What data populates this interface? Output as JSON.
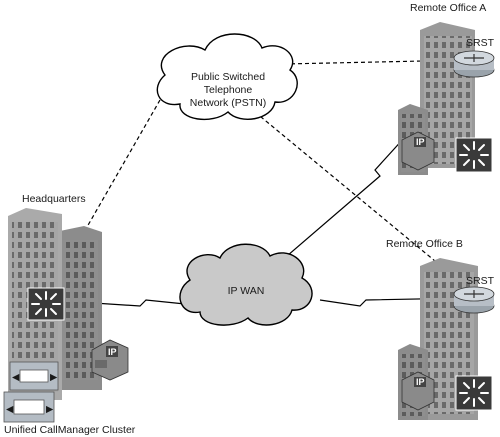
{
  "labels": {
    "remote_a": "Remote Office A",
    "remote_b": "Remote Office B",
    "headquarters": "Headquarters",
    "cluster": "Unified CallManager Cluster",
    "srst_a": "SRST",
    "srst_b": "SRST",
    "pstn_line1": "Public Switched",
    "pstn_line2": "Telephone",
    "pstn_line3": "Network (PSTN)",
    "wan": "IP WAN",
    "phone_ip": "IP"
  },
  "colors": {
    "building_front": "#a8a8a8",
    "building_back": "#8c8c8c",
    "window": "#6e6e6e",
    "router": "#b7bec6",
    "switch": "#3a3a3a",
    "cloud_fill": "#ffffff",
    "wan_cloud_fill": "#c9c9c9",
    "line": "#000000"
  },
  "icons": [
    "building-icon",
    "router-icon",
    "switch-icon",
    "ip-phone-icon",
    "callmanager-server-icon",
    "cloud-icon"
  ]
}
